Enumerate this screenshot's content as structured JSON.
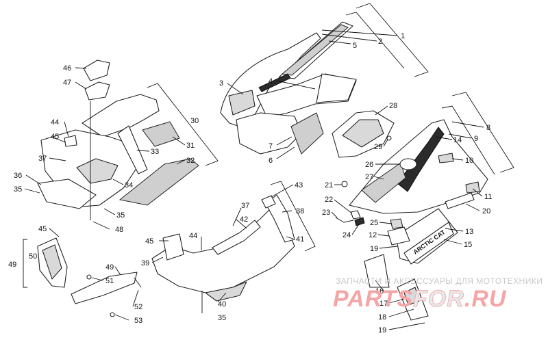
{
  "watermark": {
    "subtitle": "ЗАПЧАСТИ И АКСЕССУАРЫ ДЛЯ МОТОТЕХНИКИ",
    "logo_part1": "PARTS",
    "logo_part2": "FOR",
    "logo_part3": ".RU"
  },
  "decal_text": "ARCTIC CAT",
  "callouts": {
    "c1": "1",
    "c2": "2",
    "c3": "3",
    "c4": "4",
    "c5": "5",
    "c6": "6",
    "c7": "7",
    "c8": "8",
    "c9": "9",
    "c10": "10",
    "c11": "11",
    "c12": "12",
    "c13": "13",
    "c14": "14",
    "c15": "15",
    "c16": "16",
    "c17": "17",
    "c18": "18",
    "c19a": "19",
    "c19b": "19",
    "c20": "20",
    "c21": "21",
    "c22": "22",
    "c23": "23",
    "c24": "24",
    "c25": "25",
    "c26": "26",
    "c27": "27",
    "c28": "28",
    "c29": "29",
    "c30": "30",
    "c31": "31",
    "c32": "32",
    "c33": "33",
    "c34": "34",
    "c35a": "35",
    "c35b": "35",
    "c35c": "35",
    "c36": "36",
    "c37a": "37",
    "c37b": "37",
    "c38": "38",
    "c39": "39",
    "c40": "40",
    "c41": "41",
    "c42": "42",
    "c43": "43",
    "c44a": "44",
    "c44b": "44",
    "c45a": "45",
    "c45b": "45",
    "c45c": "45",
    "c46": "46",
    "c47": "47",
    "c48": "48",
    "c49a": "49",
    "c49b": "49",
    "c50": "50",
    "c51": "51",
    "c52": "52",
    "c53": "53"
  }
}
